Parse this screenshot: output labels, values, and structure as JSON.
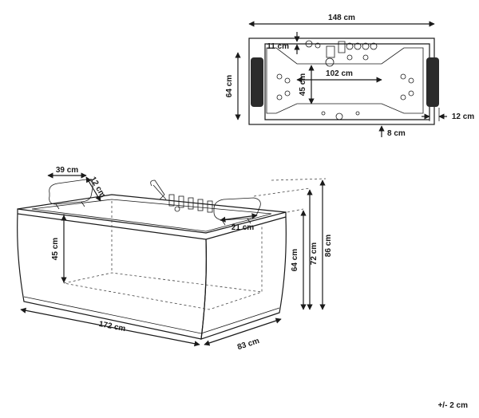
{
  "top_view": {
    "width_label": "148 cm",
    "depth_label": "64 cm",
    "inner_length_label": "102 cm",
    "inner_depth_label": "45 cm",
    "rim_top_label": "11 cm",
    "rim_side_label": "12 cm",
    "rim_bottom_label": "8 cm"
  },
  "side_view": {
    "pillow_width_label": "39 cm",
    "pillow_depth_label": "12 cm",
    "inner_depth_label": "45 cm",
    "step_label": "21 cm",
    "height_body_label": "64 cm",
    "height_rim_label": "72 cm",
    "height_total_label": "86 cm",
    "length_label": "172 cm",
    "width_label": "83 cm"
  },
  "tolerance_label": "+/- 2 cm"
}
